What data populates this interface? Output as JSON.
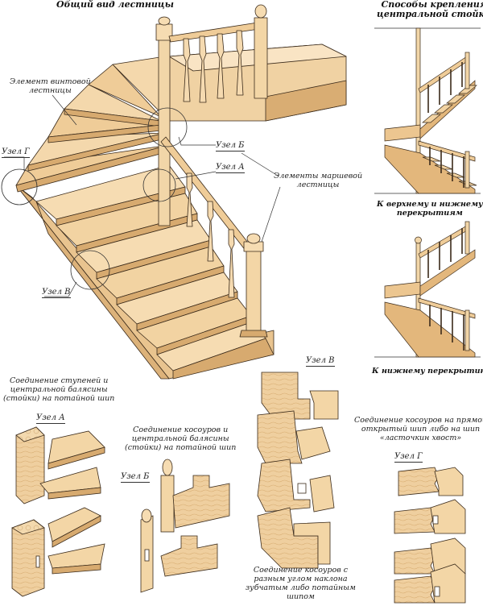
{
  "main_view": {
    "title": "Общий вид лестницы",
    "label_spiral": [
      "Элемент винтовой",
      "лестницы"
    ],
    "label_flight": [
      "Элементы маршевой",
      "лестницы"
    ],
    "node_g": "Узел Г",
    "node_b": "Узел Б",
    "node_a": "Узел А",
    "node_v": "Узел В"
  },
  "fastening": {
    "title": [
      "Способы крепления",
      "центральной стойки"
    ],
    "caption_top": [
      "К верхнему и нижнему",
      "перекрытиям"
    ],
    "caption_bottom": "К нижнему перекрытию"
  },
  "detail_a": {
    "text": [
      "Соединение ступеней и",
      "центральной балясины",
      "(стойки) на потайной шип"
    ],
    "node": "Узел А"
  },
  "detail_b": {
    "text": [
      "Соединение косоуров и",
      "центральной балясины",
      "(стойки) на потайной шип"
    ],
    "node": "Узел Б"
  },
  "detail_v": {
    "node": "Узел В",
    "text": [
      "Соединение косоуров с",
      "разным углом наклона",
      "зубчатым либо потайным",
      "шипом"
    ]
  },
  "detail_g": {
    "text": [
      "Соединение косоуров на прямой",
      "открытый шип либо на шип",
      "«ласточкин хвост»"
    ],
    "node": "Узел Г"
  },
  "colors": {
    "wood_light": "#f6dfbb",
    "wood_mid": "#e6c08c",
    "wood_dark": "#c99a5e",
    "outline": "#3a2a1a"
  }
}
